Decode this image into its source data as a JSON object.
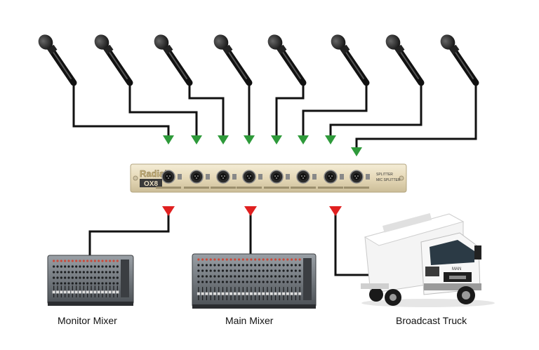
{
  "device": {
    "brand": "Radial",
    "model": "OX8",
    "side_label_1": "SPLITTER",
    "side_label_2": "MIC SPLITTER"
  },
  "destinations": [
    {
      "label": "Monitor Mixer"
    },
    {
      "label": "Main Mixer"
    },
    {
      "label": "Broadcast Truck"
    }
  ],
  "truck": {
    "badge": "MAN"
  },
  "colors": {
    "input_arrow": "#2e9a3a",
    "output_arrow": "#e02020",
    "cable": "#111111",
    "panel": "#e8dcc0"
  },
  "icons": {
    "microphone": "microphone-icon",
    "mixer": "mixing-console-icon",
    "truck": "broadcast-truck-icon"
  }
}
